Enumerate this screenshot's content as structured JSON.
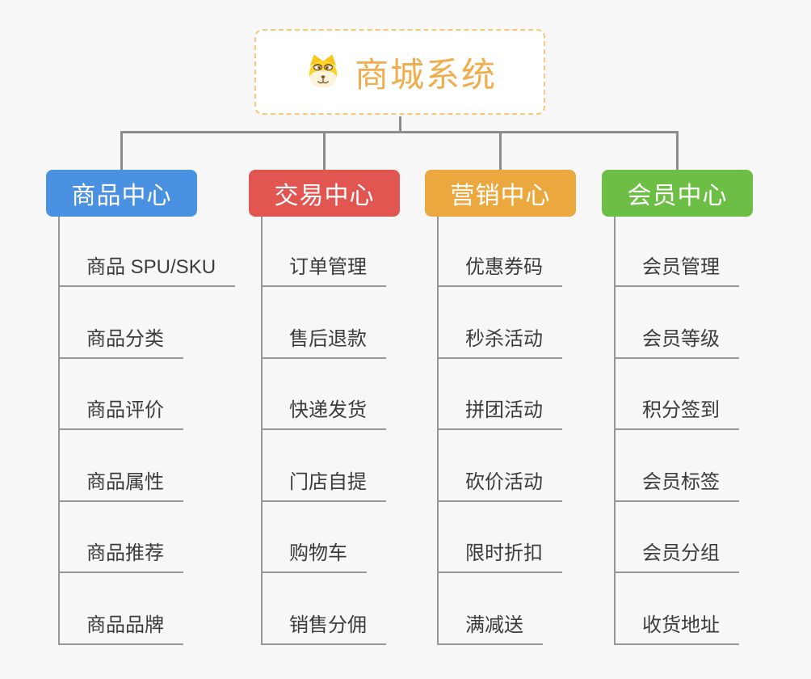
{
  "root": {
    "title": "商城系统",
    "icon": "dog-face-icon",
    "text_color": "#F0AD4E",
    "border_color": "#F5C87C"
  },
  "branches": [
    {
      "label": "商品中心",
      "color": "#4B91E2",
      "items": [
        "商品 SPU/SKU",
        "商品分类",
        "商品评价",
        "商品属性",
        "商品推荐",
        "商品品牌"
      ]
    },
    {
      "label": "交易中心",
      "color": "#E25652",
      "items": [
        "订单管理",
        "售后退款",
        "快递发货",
        "门店自提",
        "购物车",
        "销售分佣"
      ]
    },
    {
      "label": "营销中心",
      "color": "#EAA83E",
      "items": [
        "优惠券码",
        "秒杀活动",
        "拼团活动",
        "砍价活动",
        "限时折扣",
        "满减送"
      ]
    },
    {
      "label": "会员中心",
      "color": "#6CBE45",
      "items": [
        "会员管理",
        "会员等级",
        "积分签到",
        "会员标签",
        "会员分组",
        "收货地址"
      ]
    }
  ],
  "connector_color": "#8C8C8C",
  "line_color": "#979797",
  "background_color": "#F7F7F7",
  "leaf_text_color": "#3B3B3B"
}
